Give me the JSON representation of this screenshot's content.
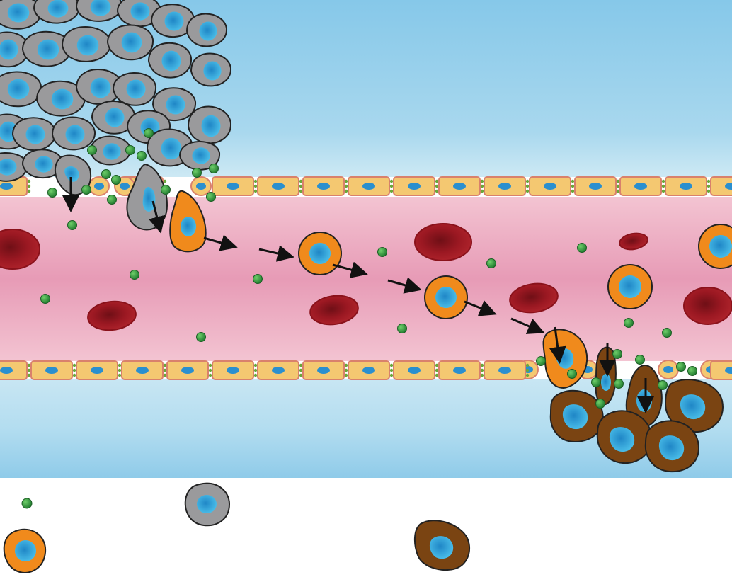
{
  "diagram": {
    "title": "",
    "labels": [],
    "colors": {
      "tissue_top": "#8ecbea",
      "tissue_mid": "#b9def0",
      "vessel_lumen": "#efb5c9",
      "vessel_lumen_center": "#e79db6",
      "endothelial_cell": "#f4c871",
      "endothelial_border": "#d9816c",
      "endothelial_nucleus": "#2a8fcf",
      "tumor_cell": "#9a9a9c",
      "tumor_nucleus": "#3aa7d8",
      "circulating_cell": "#f08a1c",
      "metastatic_cell": "#7a4412",
      "red_blood_cell": "#9a1620",
      "signal_molecule": "#2e8f3a",
      "arrow": "#111111"
    }
  },
  "legend": {
    "items": [
      {
        "name": "signal-molecule-legend",
        "kind": "molecule"
      },
      {
        "name": "tumor-cell-legend",
        "kind": "tumor-cell"
      },
      {
        "name": "circulating-tumor-cell-legend",
        "kind": "circulating-cell"
      },
      {
        "name": "metastatic-cell-legend",
        "kind": "metastatic-cell"
      }
    ]
  }
}
